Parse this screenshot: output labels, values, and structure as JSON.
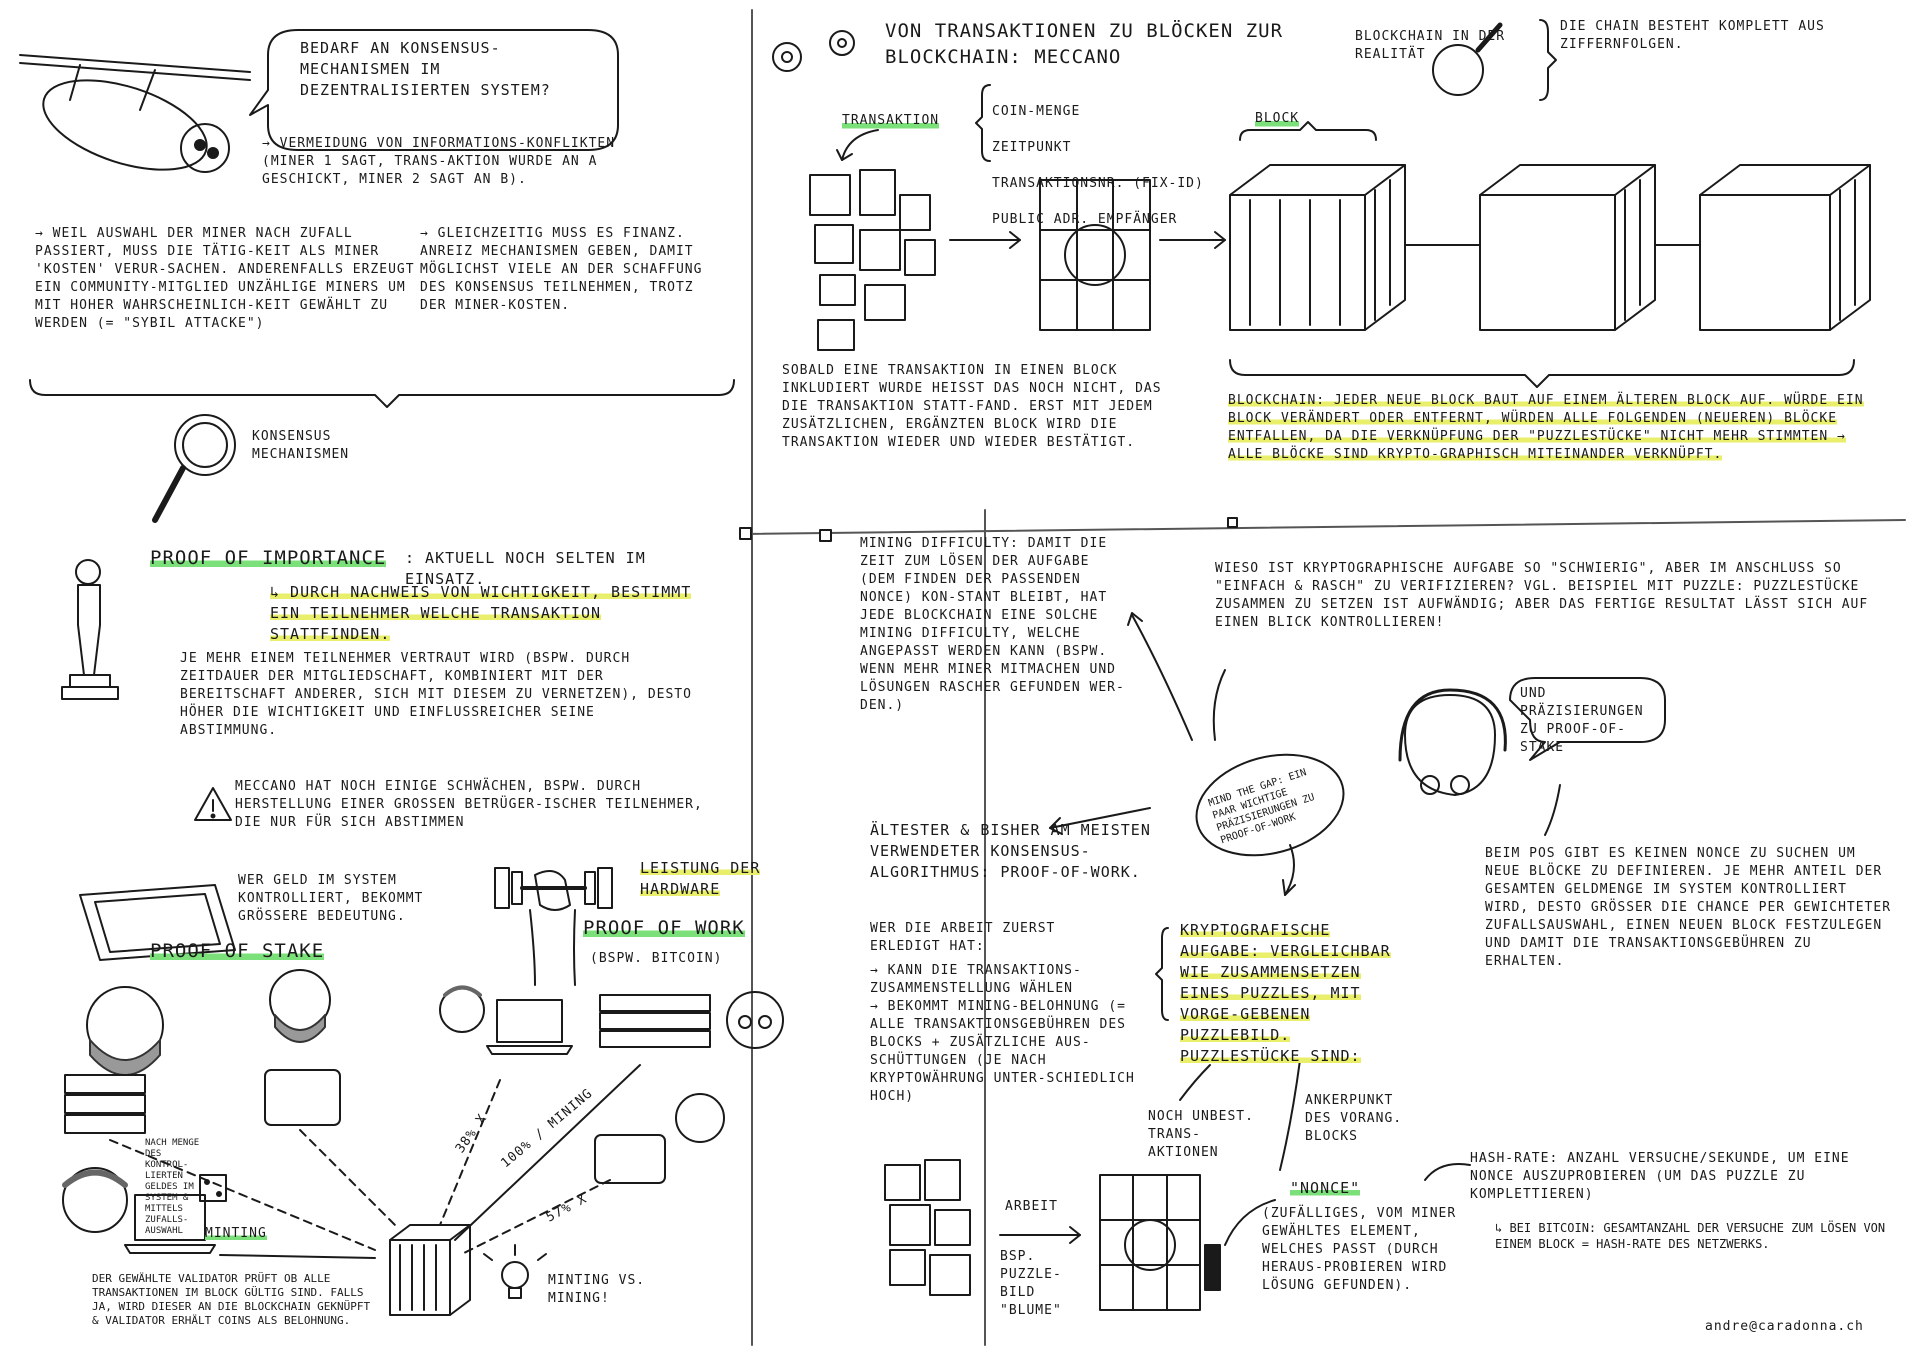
{
  "top_left": {
    "bubble": "Bedarf an Konsensus-Mechanismen im dezentralisierten System?",
    "avoid": "→ Vermeidung von Informations-konflikten (Miner 1 sagt, Trans-aktion wurde an A geschickt, Miner 2 sagt an B).",
    "random_choice": "→ Weil Auswahl der Miner nach Zufall passiert, muss die Tätig-keit als Miner 'Kosten' verur-sachen. Anderenfalls erzeugt ein Community-Mitglied unzählige Miners um mit hoher Wahrscheinlich-keit gewählt zu werden (= \"Sybil Attacke\")",
    "incentive": "→ Gleichzeitig muss es finanz. Anreiz Mechanismen geben, damit möglichst viele an der Schaffung des Konsensus teilnehmen, trotz der Miner-kosten.",
    "consensus_label": "Konsensus Mechanismen"
  },
  "top_right": {
    "title": "Von Transaktionen zu Blöcken zur Blockchain: Meccano",
    "blockchain_reality": "Blockchain in der Realität",
    "chain_digits": "Die Chain besteht komplett aus Ziffernfolgen.",
    "transaction_label": "Transaktion",
    "transaction_fields": [
      "Coin-Menge",
      "Zeitpunkt",
      "Transaktionsnr. (Fix-ID)",
      "Public Adr. Empfänger"
    ],
    "block_label": "Block",
    "inclusion_note": "Sobald eine Transaktion in einen Block inkludiert wurde heisst das noch nicht, das die Transaktion statt-fand. Erst mit jedem zusätzlichen, ergänzten Block wird die Transaktion wieder und wieder bestätigt.",
    "blockchain_note": "Blockchain: jeder neue Block baut auf einem älteren Block auf. Würde ein Block verändert oder entfernt, würden alle folgenden (neueren) Blöcke entfallen, da die Verknüpfung der \"Puzzlestücke\" nicht mehr stimmten → alle Blöcke sind krypto-graphisch miteinander verknüpft."
  },
  "mid_left": {
    "poi_title": "Proof of Importance",
    "poi_intro": ": aktuell noch selten im Einsatz.",
    "poi_sub": "↳ Durch Nachweis von Wichtigkeit, bestimmt ein Teilnehmer welche Transaktion stattfinden.",
    "poi_trust": "Je mehr einem Teilnehmer vertraut wird (bspw. durch Zeitdauer der Mitgliedschaft, kombiniert mit der Bereitschaft anderer, sich mit diesem zu vernetzen), desto höher die Wichtigkeit und einflussreicher seine Abstimmung.",
    "poi_warn": "Meccano hat noch einige Schwächen, bspw. durch Herstellung einer grossen betrüger-ischer Teilnehmer, die nur für sich abstimmen"
  },
  "bottom_left": {
    "money_text": "Wer Geld im System kontrolliert, bekommt grössere Bedeutung.",
    "pos_label": "Proof of Stake",
    "hw_label": "Leistung der Hardware",
    "pow_label": "Proof of Work",
    "pow_example": "(bspw. Bitcoin)",
    "tiny_note": "nach Menge des kontrol-lierten Geldes im System & mittels Zufalls-auswahl",
    "minting": "Minting",
    "pct_38": "38% X",
    "pct_100": "100% / Mining",
    "pct_57": "57% X",
    "validator": "Der gewählte Validator prüft ob alle Transaktionen im Block gültig sind. Falls ja, wird dieser an die Blockchain geknüpft & Validator erhält Coins als Belohnung.",
    "minting_vs": "Minting vs. Mining!"
  },
  "bottom_mid": {
    "difficulty": "Mining Difficulty: damit die Zeit zum Lösen der Aufgabe (dem Finden der passenden Nonce) kon-stant bleibt, hat jede Blockchain eine solche Mining Difficulty, welche angepasst werden kann (bspw. wenn mehr Miner mitmachen und Lösungen rascher gefunden wer-den.)",
    "oldest": "Ältester & bisher am meisten verwendeter Konsensus-Algorithmus: Proof-of-Work.",
    "first_work": "Wer die Arbeit zuerst erledigt hat:",
    "first_work_items": "→ kann die Transaktions-zusammenstellung wählen\n→ bekommt Mining-Belohnung (= alle Transaktionsgebühren des Blocks + zusätzliche Aus-schüttungen (je nach Kryptowährung unter-schiedlich hoch)",
    "crypto_task": "Kryptografische Aufgabe: vergleichbar wie Zusammensetzen eines Puzzles, mit vorge-gebenen Puzzlebild. Puzzlestücke sind:",
    "pieces_a": "noch unbest. Trans-aktionen",
    "pieces_b": "Ankerpunkt des vorang. Blocks",
    "work": "Arbeit",
    "example_picture": "Bsp. Puzzle-Bild \"Blume\"",
    "nonce": "\"Nonce\"",
    "nonce_desc": "(zufälliges, vom Miner gewähltes Element, welches passt (durch heraus-probieren wird Lösung gefunden).",
    "mind_gap": "Mind the Gap: ein paar wichtige Präzisierungen zu Proof-of-Work"
  },
  "bottom_right": {
    "why_hard": "Wieso ist kryptographische Aufgabe so \"schwierig\", aber im Anschluss so \"einfach & rasch\" zu verifizieren? Vgl. Beispiel mit Puzzle: Puzzlestücke zusammen zu setzen ist aufwändig; aber das fertige Resultat lässt sich auf einen Blick kontrollieren!",
    "pos_bubble": "und Präzisierungen zu Proof-of-Stake",
    "pos_text": "Beim PoS gibt es keinen Nonce zu suchen um neue Blöcke zu definieren. Je mehr Anteil der gesamten Geldmenge im System kontrolliert wird, desto grösser die Chance per gewichteter Zufallsauswahl, einen neuen Block festzulegen und damit die Transaktionsgebühren zu erhalten.",
    "hashrate": "Hash-Rate: Anzahl Versuche/Sekunde, um eine Nonce auszuprobieren (um das Puzzle zu komplettieren)",
    "hashrate_btc": "↳ bei Bitcoin: Gesamtanzahl der Versuche zum Lösen von einem Block = Hash-Rate des Netzwerks.",
    "signature": "andre@caradonna.ch"
  },
  "colors": {
    "highlight_yellow": "#e9ef6a",
    "highlight_green": "#7be07a",
    "ink": "#1a1a1a"
  }
}
